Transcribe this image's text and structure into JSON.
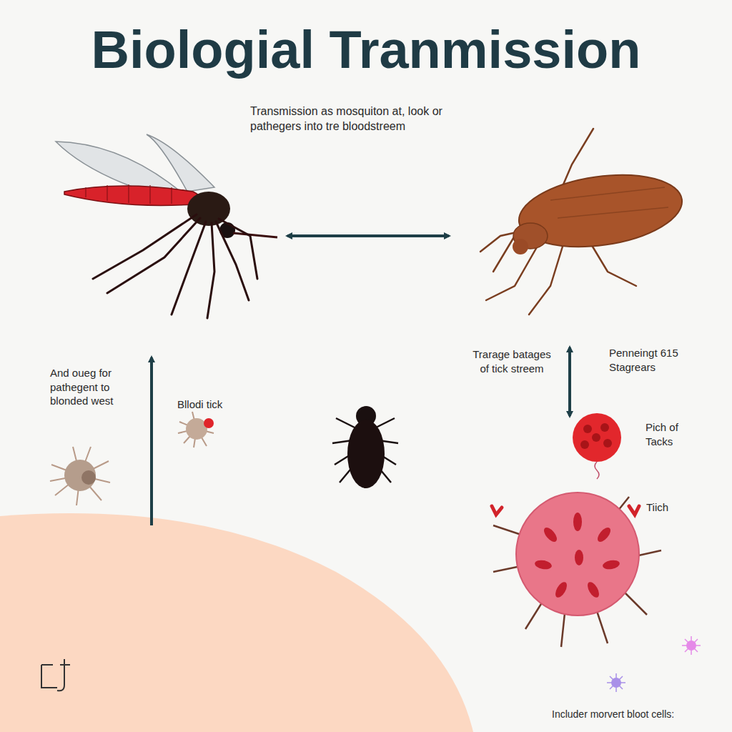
{
  "diagram": {
    "title": "Biologial Tranmission",
    "labels": [
      "Transmission as mosquiton at, look or pathegers into tre bloodstreem",
      "And oueg for pathegent to blonded west",
      "Bllodi tick",
      "Trarage batages of tick streem",
      "Penneingt 615 Stagrears",
      "Pich of Tacks",
      "Tiich",
      "Includer morvert bloot cells:"
    ]
  }
}
